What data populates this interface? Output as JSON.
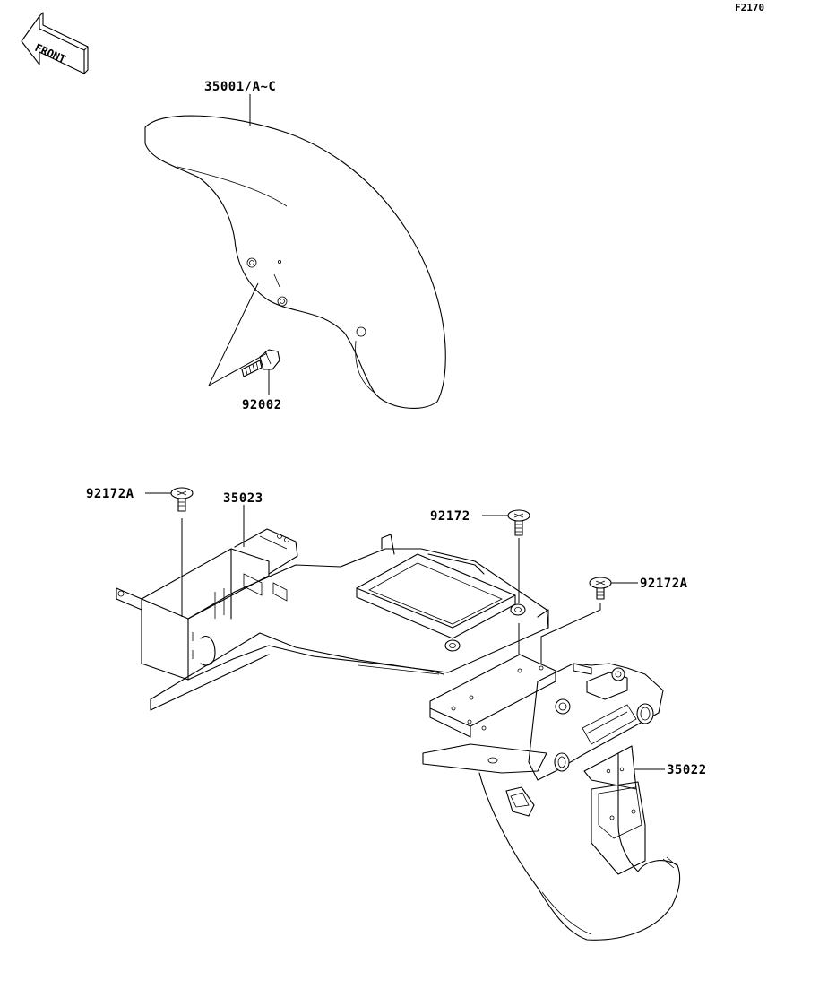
{
  "diagram_code": "F2170",
  "front_label": "FRONT",
  "callouts": [
    {
      "id": "front-fender",
      "text": "35001/A~C"
    },
    {
      "id": "bolt",
      "text": "92002"
    },
    {
      "id": "screw-left",
      "text": "92172A"
    },
    {
      "id": "rear-fender-front",
      "text": "35023"
    },
    {
      "id": "screw-mid",
      "text": "92172"
    },
    {
      "id": "screw-right",
      "text": "92172A"
    },
    {
      "id": "rear-fender-rear",
      "text": "35022"
    }
  ]
}
